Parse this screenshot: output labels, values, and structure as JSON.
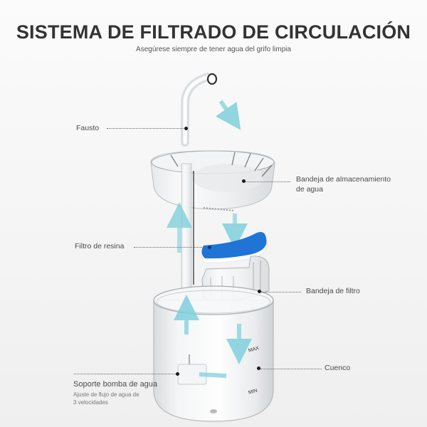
{
  "header": {
    "title": "SISTEMA DE FILTRADO DE CIRCULACIÓN",
    "subtitle": "Asegúrese siempre de tener agua del grifo limpia"
  },
  "callouts": [
    {
      "id": "fausto",
      "label": "Fausto"
    },
    {
      "id": "storage-tray",
      "label_line1": "Bandeja de almacenamiento",
      "label_line2": "de agua"
    },
    {
      "id": "resin-filter",
      "label": "Filtro de resina"
    },
    {
      "id": "filter-tray",
      "label": "Bandeja de filtro"
    },
    {
      "id": "bowl",
      "label": "Cuenco"
    },
    {
      "id": "pump-holder",
      "label": "Soporte bomba de agua",
      "note_line1": "Ajuste de flujo de agua de",
      "note_line2": "3 velocidades"
    }
  ],
  "markings": {
    "max": "MAX",
    "min": "MIN"
  },
  "colors": {
    "filter_blue": "#1f74d6",
    "flow_arrow": "#7fd0dc",
    "title": "#333333"
  }
}
